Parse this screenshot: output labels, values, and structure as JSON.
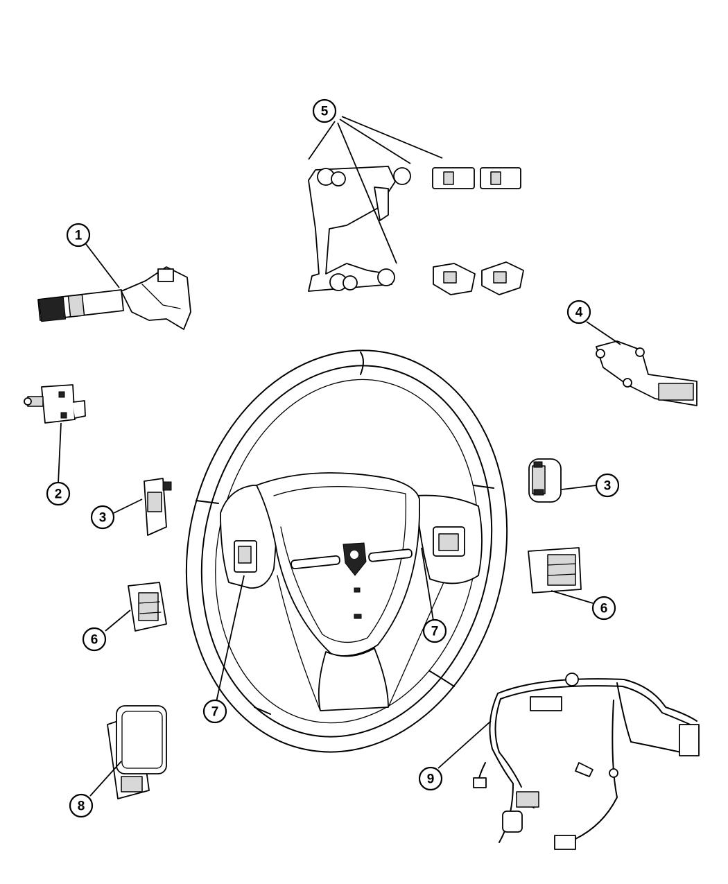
{
  "callouts": {
    "c1": "1",
    "c2": "2",
    "c3a": "3",
    "c3b": "3",
    "c4": "4",
    "c5": "5",
    "c6a": "6",
    "c6b": "6",
    "c7a": "7",
    "c7b": "7",
    "c8": "8",
    "c9": "9"
  },
  "colors": {
    "line": "#000000",
    "background": "#ffffff",
    "shade": "#d8d8d8"
  }
}
